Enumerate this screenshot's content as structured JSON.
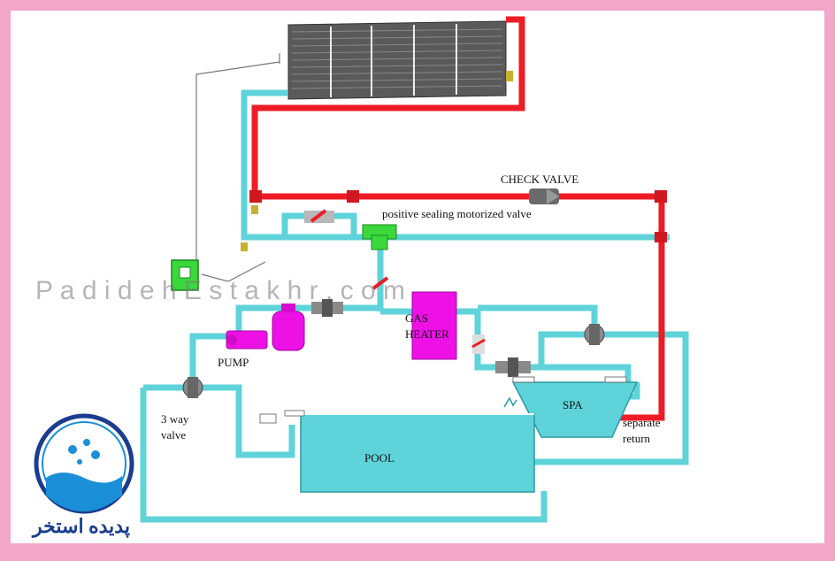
{
  "labels": {
    "check_valve": "CHECK VALVE",
    "motorized_valve": "positive sealing motorized valve",
    "gas": "GAS",
    "heater": "HEATER",
    "pump": "PUMP",
    "three_way": "3 way",
    "valve": "valve",
    "spa": "SPA",
    "separate": "separate",
    "return": "return",
    "pool": "POOL"
  },
  "watermark": "P a d i d e h E s t a k h r . c o m",
  "logo_text": "پدیده استخر",
  "colors": {
    "frame": "#f2a6c8",
    "hot_pipe": "#ee1c25",
    "cold_pipe": "#5fd3da",
    "water": "#5fd3da",
    "heater": "#ee11e6",
    "controller": "#3bd83b",
    "panel": "#555555"
  }
}
